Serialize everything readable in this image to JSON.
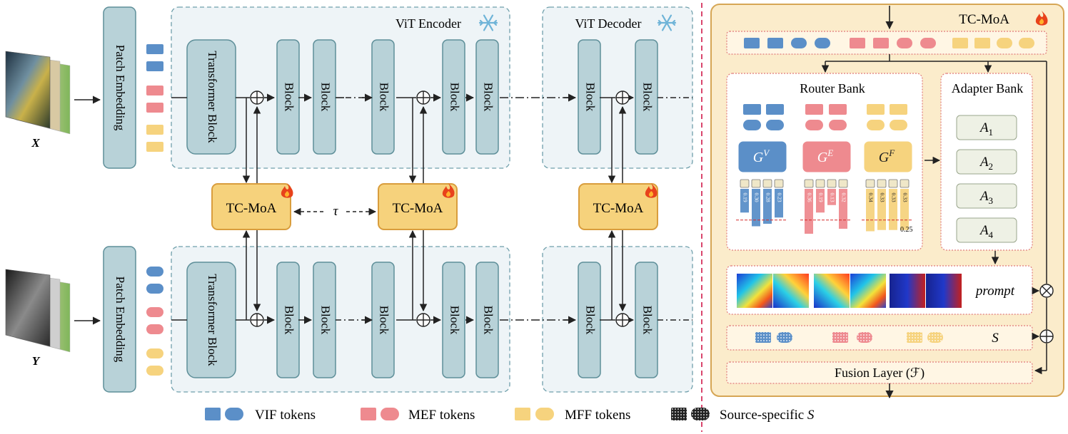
{
  "inputs": {
    "x_label": "X",
    "y_label": "Y"
  },
  "encoder": {
    "patch_embedding_label": "Patch Embedding",
    "vit_encoder_title": "ViT Encoder",
    "vit_decoder_title": "ViT Decoder",
    "transformer_block_label": "Transformer Block",
    "block_label": "Block",
    "tcmoa_label": "TC-MoA",
    "tau_label": "τ"
  },
  "tcmoa_panel": {
    "title": "TC-MoA",
    "router_bank_title": "Router Bank",
    "adapter_bank_title": "Adapter Bank",
    "routers": [
      {
        "base": "G",
        "sup": "V",
        "color": "#5b8fc8",
        "text_color": "#ffffff",
        "weights": [
          "0.19",
          "0.30",
          "0.28",
          "0.23"
        ]
      },
      {
        "base": "G",
        "sup": "E",
        "color": "#ee8a8f",
        "text_color": "#ffffff",
        "weights": [
          "0.36",
          "0.19",
          "0.13",
          "0.32"
        ]
      },
      {
        "base": "G",
        "sup": "F",
        "color": "#f6d37e",
        "text_color": "#222222",
        "weights": [
          "0.34",
          "0.33",
          "0.33",
          "0.33"
        ]
      }
    ],
    "threshold_label": "0.25",
    "adapters": [
      {
        "base": "A",
        "sub": "1"
      },
      {
        "base": "A",
        "sub": "2"
      },
      {
        "base": "A",
        "sub": "3"
      },
      {
        "base": "A",
        "sub": "4"
      }
    ],
    "prompt_label": "prompt",
    "s_label": "S",
    "fusion_layer_label": "Fusion Layer (ℱ)"
  },
  "legend": {
    "vif": "VIF tokens",
    "mef": "MEF tokens",
    "mff": "MFF tokens",
    "source_prefix": "Source-specific ",
    "source_var": "S"
  },
  "colors": {
    "vif": "#5b8fc8",
    "mef": "#ee8a8f",
    "mff": "#f6d37e",
    "block_fill": "#b8d2d8",
    "block_stroke": "#5e8f99",
    "panel_fill": "#fbeccb",
    "panel_stroke": "#d6a655",
    "tc_fill": "#f6d27c",
    "tc_stroke": "#d99d3d"
  }
}
